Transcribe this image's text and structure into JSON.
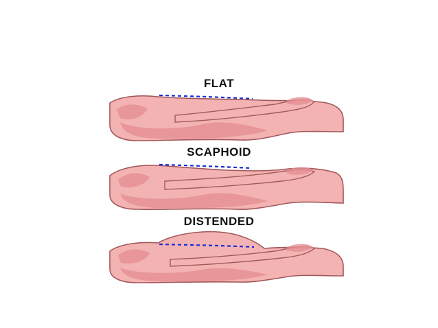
{
  "panels": [
    {
      "label": "FLAT"
    },
    {
      "label": "SCAPHOID"
    },
    {
      "label": "DISTENDED"
    }
  ],
  "colors": {
    "skin": "#f4b3b3",
    "skin_shadow": "#e58f92",
    "skin_outline": "#a2585a",
    "reference_line": "#1a2bd6",
    "background": "#ffffff"
  }
}
